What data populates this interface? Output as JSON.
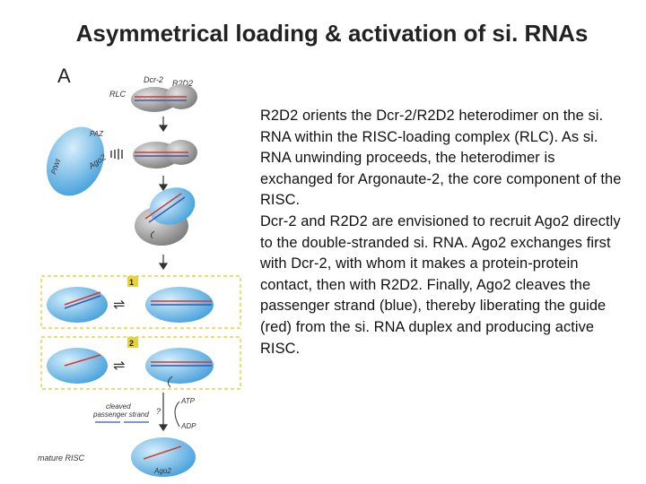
{
  "title": "Asymmetrical loading & activation of si. RNAs",
  "figure": {
    "panel_letter": "A",
    "labels": {
      "dcr2": "Dcr-2",
      "r2d2": "R2D2",
      "rlc": "RLC",
      "paz": "PAZ",
      "piwi": "PIWI",
      "ago2": "Ago2",
      "step1": "1",
      "step2": "2",
      "atp": "ATP",
      "adp": "ADP",
      "question": "?",
      "cleaved": "cleaved",
      "passenger_strand": "passenger strand",
      "mature_risc": "mature RISC",
      "ago2_bottom": "Ago2"
    }
  },
  "body": {
    "paragraph1": "R2D2 orients the Dcr-2/R2D2 heterodimer on the si. RNA within the RISC-loading complex (RLC). As si. RNA unwinding proceeds, the heterodimer is exchanged for Argonaute-2, the core component of the RISC.",
    "paragraph2": "Dcr-2 and R2D2 are envisioned to recruit Ago2 directly to the double-stranded si. RNA. Ago2 exchanges first with Dcr-2, with whom it makes a protein-protein contact, then with R2D2. Finally, Ago2 cleaves the passenger strand (blue), thereby liberating the guide (red) from the si. RNA duplex and producing active RISC."
  },
  "colors": {
    "ago2_blue": "#5aaee0",
    "ago2_light": "#bfe3f7",
    "dicer_gray": "#8f8f8f",
    "guide_red": "#d23a2e",
    "passenger_blue": "#3a57a8",
    "highlight_box": "#e8d23a",
    "arrow": "#333333"
  }
}
